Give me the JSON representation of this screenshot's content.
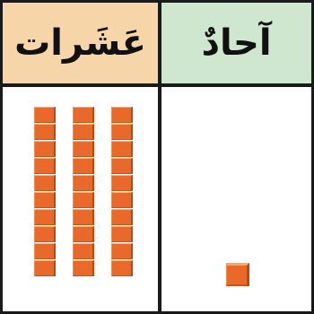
{
  "header": {
    "tens_label": "عَشَرات",
    "ones_label": "آحادٌ"
  },
  "colors": {
    "tens_header_bg": "#f6d5a8",
    "ones_header_bg": "#cfe6cf",
    "block_face": "#e8692a",
    "border": "#1a1a1a"
  },
  "blocks": {
    "tens_rods": 3,
    "cubes_per_rod": 10,
    "ones_units": 1
  }
}
